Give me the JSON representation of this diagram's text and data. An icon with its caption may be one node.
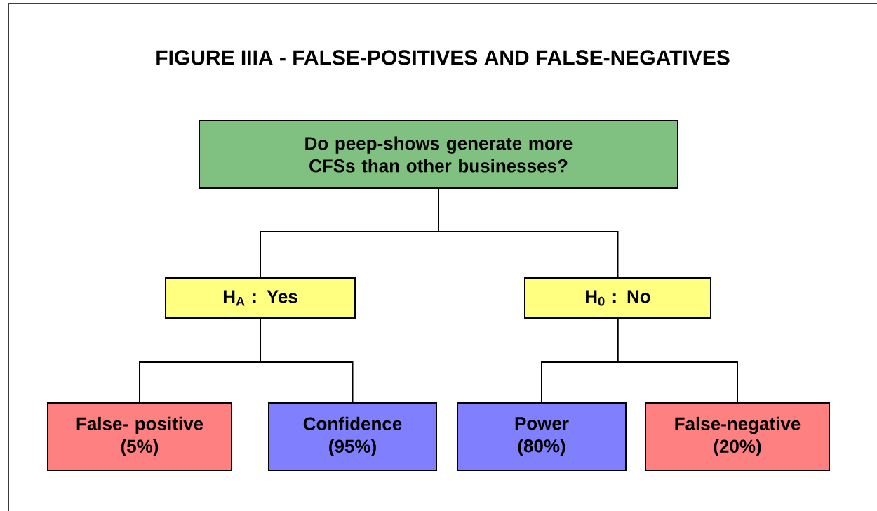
{
  "diagram": {
    "title": "FIGURE IIIA - FALSE-POSITIVES AND FALSE-NEGATIVES",
    "nodes": [
      {
        "text": [
          "Do peep-shows generate more CFSs than other businesses?"
        ]
      },
      {
        "text": [
          "H$_{A}$ : Yes"
        ]
      },
      {
        "text": [
          "H$_{0}$ : No"
        ]
      },
      {
        "text": [
          "False- positive",
          "(5%)"
        ]
      },
      {
        "text": [
          "Confidence",
          "(95%)"
        ]
      },
      {
        "text": [
          "Power",
          "(80%)"
        ]
      },
      {
        "text": [
          "False-negative",
          "(20%)"
        ]
      }
    ],
    "edges": [
      {
        "from": 0,
        "to": 1,
        "arrow": "none"
      },
      {
        "from": 0,
        "to": 2,
        "arrow": "none"
      },
      {
        "from": 1,
        "to": 3,
        "arrow": "none"
      },
      {
        "from": 1,
        "to": 4,
        "arrow": "none"
      },
      {
        "from": 2,
        "to": 5,
        "arrow": "none"
      },
      {
        "from": 2,
        "to": 6,
        "arrow": "none"
      }
    ]
  }
}
